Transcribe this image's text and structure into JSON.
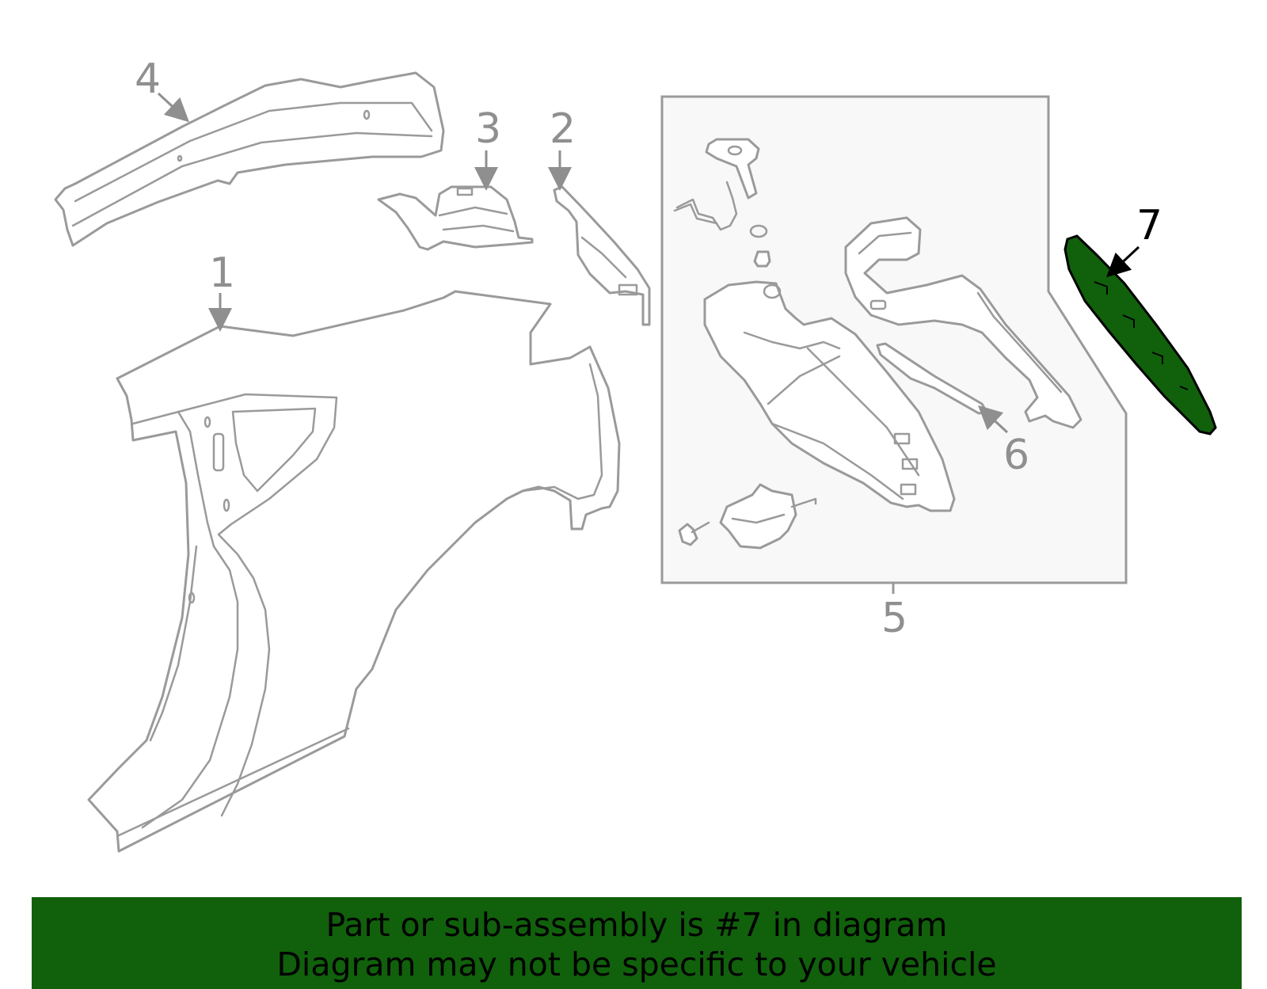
{
  "diagram": {
    "callouts": [
      "1",
      "2",
      "3",
      "4",
      "5",
      "6",
      "7"
    ],
    "highlighted_callout": "7",
    "colors": {
      "line_art": "#9a9a9a",
      "highlight_fill": "#11600c",
      "highlight_stroke": "#000000",
      "banner": "#11600c",
      "box_fill": "#f8f8f8"
    }
  },
  "banner": {
    "line1": "Part or sub-assembly is #7 in diagram",
    "line2": "Diagram may not be specific to your vehicle"
  }
}
